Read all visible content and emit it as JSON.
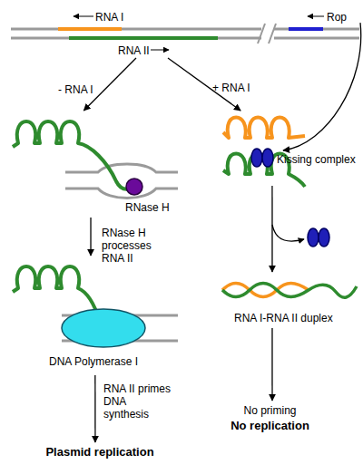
{
  "diagram": {
    "nodes": [
      {
        "text": [
          "RNA I",
          "RNA II",
          "Rop"
        ]
      },
      {
        "text": [
          "RNase H"
        ]
      },
      {
        "text": [
          "Kissing complex"
        ]
      },
      {
        "text": [
          "DNA Polymerase I"
        ]
      },
      {
        "text": [
          "RNA I-RNA II duplex"
        ]
      },
      {
        "text": [
          "Plasmid replication"
        ]
      },
      {
        "text": [
          "No priming",
          "No replication"
        ]
      }
    ],
    "edges": [
      {
        "from": 0,
        "to": 1,
        "label": "- RNA I",
        "arrow": "to"
      },
      {
        "from": 0,
        "to": 2,
        "label": "+ RNA I",
        "arrow": "to"
      },
      {
        "from": 0,
        "to": 2,
        "arrow": "to"
      },
      {
        "from": 1,
        "to": 3,
        "label": "RNase H processes RNA II",
        "arrow": "to"
      },
      {
        "from": 2,
        "to": 4,
        "arrow": "to"
      },
      {
        "from": 3,
        "to": 5,
        "label": "RNA II primes DNA synthesis",
        "arrow": "to"
      },
      {
        "from": 4,
        "to": 6,
        "arrow": "to"
      }
    ]
  }
}
